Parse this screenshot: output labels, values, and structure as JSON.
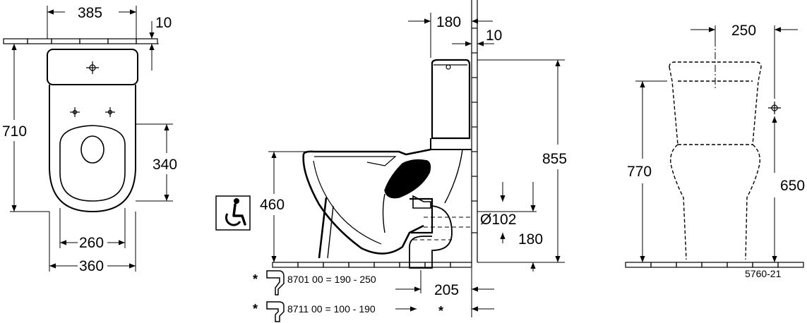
{
  "dimensions": {
    "top_width": "385",
    "wall_gap_left": "10",
    "overall_depth": "710",
    "seat_depth": "340",
    "seat_width": "260",
    "base_width": "360",
    "tank_depth": "180",
    "wall_gap_side": "10",
    "overall_height": "855",
    "seat_height": "460",
    "outlet_diameter": "Ø102",
    "outlet_height": "180",
    "outlet_distance": "205",
    "tank_width": "250",
    "rear_height": "770",
    "supply_height": "650"
  },
  "notes": {
    "bend_1": "8701 00 = 190 -  250",
    "bend_2": "8711 00 =  100 - 190",
    "marker": "*"
  },
  "reference": "5760-21",
  "icons": {
    "accessibility": "wheelchair-icon"
  }
}
